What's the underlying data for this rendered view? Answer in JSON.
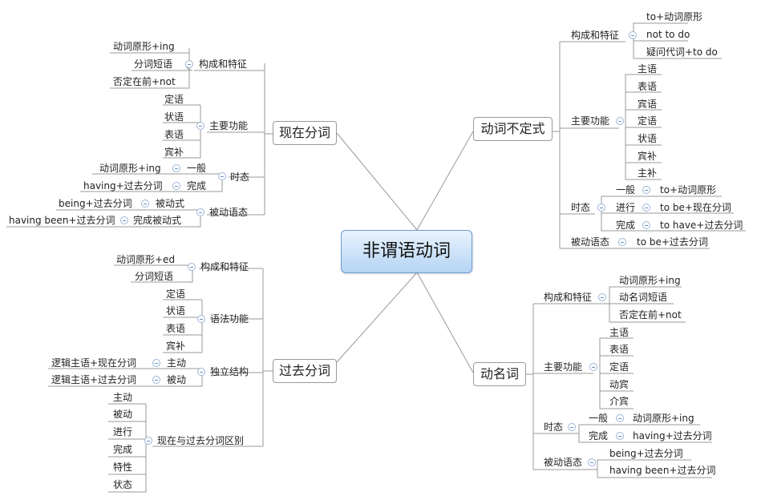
{
  "center": "非谓语动词",
  "present": {
    "title": "现在分词",
    "form": {
      "label": "构成和特征",
      "items": [
        "动词原形+ing",
        "分词短语",
        "否定在前+not"
      ]
    },
    "func": {
      "label": "主要功能",
      "items": [
        "定语",
        "状语",
        "表语",
        "宾补"
      ]
    },
    "tense": {
      "label": "时态",
      "items": [
        {
          "form": "动词原形+ing",
          "name": "一般"
        },
        {
          "form": "having+过去分词",
          "name": "完成"
        }
      ]
    },
    "passive": {
      "label": "被动语态",
      "items": [
        {
          "form": "being+过去分词",
          "name": "被动式"
        },
        {
          "form": "having been+过去分词",
          "name": "完成被动式"
        }
      ]
    }
  },
  "past": {
    "title": "过去分词",
    "form": {
      "label": "构成和特征",
      "items": [
        "动词原形+ed",
        "分词短语"
      ]
    },
    "grammar": {
      "label": "语法功能",
      "items": [
        "定语",
        "状语",
        "表语",
        "宾补"
      ]
    },
    "absolute": {
      "label": "独立结构",
      "items": [
        {
          "form": "逻辑主语+现在分词",
          "name": "主动"
        },
        {
          "form": "逻辑主语+过去分词",
          "name": "被动"
        }
      ]
    },
    "diff": {
      "label": "现在与过去分词区别",
      "items": [
        "主动",
        "被动",
        "进行",
        "完成",
        "特性",
        "状态"
      ]
    }
  },
  "infinitive": {
    "title": "动词不定式",
    "form": {
      "label": "构成和特征",
      "items": [
        "to+动词原形",
        "not to do",
        "疑问代词+to do"
      ]
    },
    "func": {
      "label": "主要功能",
      "items": [
        "主语",
        "表语",
        "宾语",
        "定语",
        "状语",
        "宾补",
        "主补"
      ]
    },
    "tense": {
      "label": "时态",
      "items": [
        {
          "name": "一般",
          "form": "to+动词原形"
        },
        {
          "name": "进行",
          "form": "to be+现在分词"
        },
        {
          "name": "完成",
          "form": "to have+过去分词"
        }
      ]
    },
    "passive": {
      "label": "被动语态",
      "form": "to be+过去分词"
    }
  },
  "gerund": {
    "title": "动名词",
    "form": {
      "label": "构成和特征",
      "items": [
        "动词原形+ing",
        "动名词短语",
        "否定在前+not"
      ]
    },
    "func": {
      "label": "主要功能",
      "items": [
        "主语",
        "表语",
        "定语",
        "动宾",
        "介宾"
      ]
    },
    "tense": {
      "label": "时态",
      "items": [
        {
          "name": "一般",
          "form": "动词原形+ing"
        },
        {
          "name": "完成",
          "form": "having+过去分词"
        }
      ]
    },
    "passive": {
      "label": "被动语态",
      "items": [
        "being+过去分词",
        "having been+过去分词"
      ]
    }
  },
  "colors": {
    "line": "#9a9a9a",
    "center_border": "#6f9ad1",
    "toggle": "#6a8fbd"
  }
}
